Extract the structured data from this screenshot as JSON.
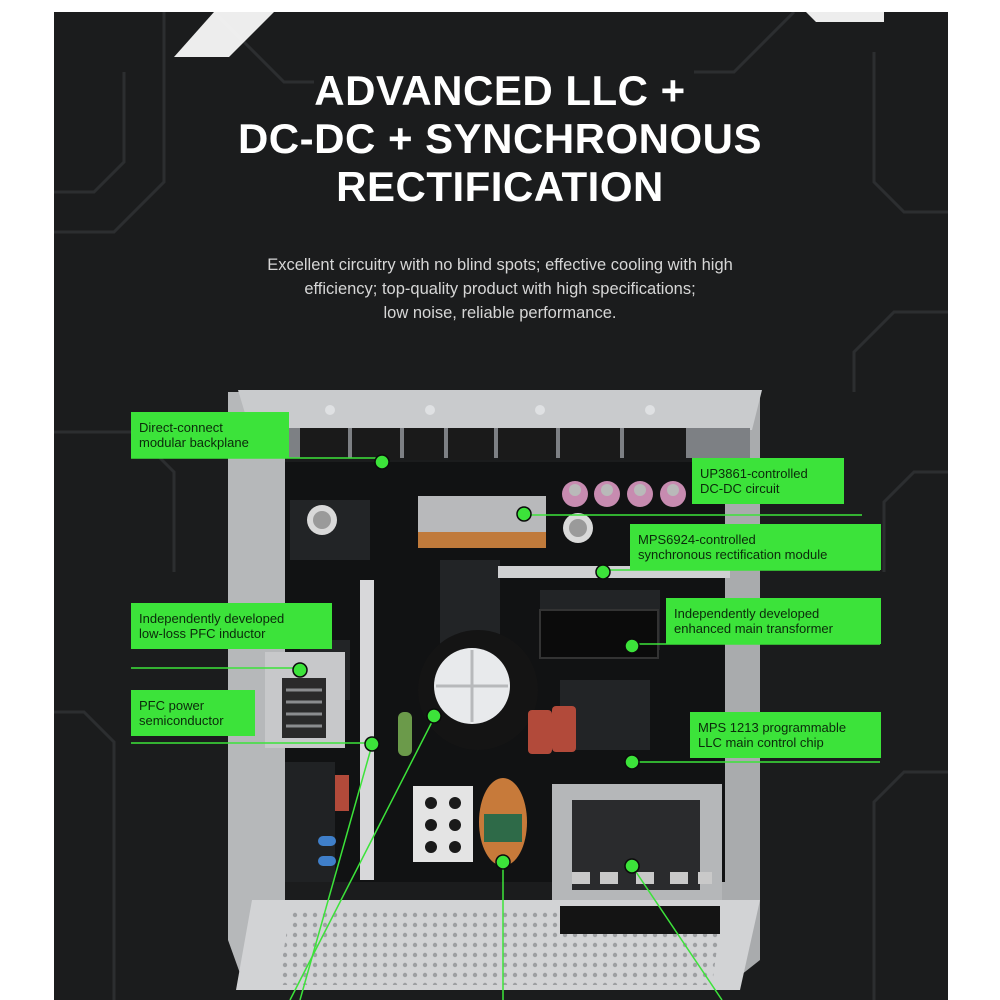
{
  "headline": {
    "line1": "ADVANCED LLC +",
    "line2": "DC-DC + SYNCHRONOUS",
    "line3": "RECTIFICATION"
  },
  "description": {
    "line1": "Excellent circuitry with no blind spots; effective cooling with high",
    "line2": "efficiency; top-quality product with high specifications;",
    "line3": "low noise, reliable performance."
  },
  "callouts": {
    "backplane": {
      "line1": "Direct-connect",
      "line2": "modular backplane"
    },
    "dcdc": {
      "line1": "UP3861-controlled",
      "line2": "DC-DC circuit"
    },
    "sync": {
      "line1": "MPS6924-controlled",
      "line2": "synchronous rectification module"
    },
    "pfc_inductor": {
      "line1": "Independently developed",
      "line2": "low-loss PFC inductor"
    },
    "transformer": {
      "line1": "Independently developed",
      "line2": "enhanced main transformer"
    },
    "pfc_semi": {
      "line1": "PFC power",
      "line2": "semiconductor"
    },
    "llc_chip": {
      "line1": "MPS 1213 programmable",
      "line2": "LLC main control chip"
    }
  },
  "colors": {
    "panel": "#1b1c1d",
    "accent": "#3ce33a",
    "headline": "#ffffff"
  }
}
